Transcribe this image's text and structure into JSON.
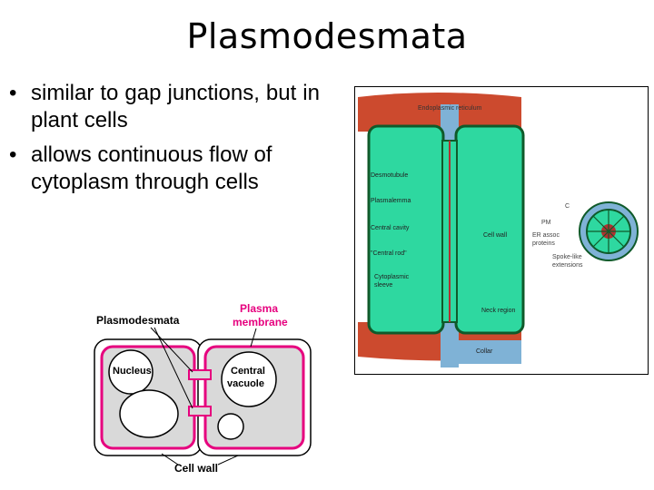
{
  "slide": {
    "title": "Plasmodesmata",
    "bullets": [
      "similar to gap junctions, but in plant cells",
      "allows continuous flow of cytoplasm through cells"
    ]
  },
  "diagram_left": {
    "label_plasmodesmata": "Plasmodesmata",
    "label_plasma": "Plasma",
    "label_membrane": "membrane",
    "label_nucleus": "Nucleus",
    "label_central": "Central",
    "label_vacuole": "vacuole",
    "label_cell_wall": "Cell wall"
  },
  "diagram_right": {
    "label_er": "Endoplasmic reticulum",
    "label_desmotubule": "Desmotubule",
    "label_plasmalemma": "Plasmalemma",
    "label_central_cavity": "Central cavity",
    "label_central_rod": "\"Central rod\"",
    "label_cytoplasmic": "Cytoplasmic",
    "label_sleeve": "sleeve",
    "label_cell_wall": "Cell wall",
    "label_neck": "Neck region",
    "label_collar": "Collar",
    "label_c": "C",
    "label_pm": "PM",
    "label_er_assoc": "ER assoc",
    "label_proteins": "proteins",
    "label_spoke": "Spoke-like",
    "label_extensions": "extensions"
  },
  "colors": {
    "membrane_magenta": "#e6007e",
    "cytoplasm_gray": "#d9d9d9",
    "er_red": "#cc4a2e",
    "cytoplasm_green": "#2ed8a0",
    "wall_blue": "#7fb2d6",
    "dark_green": "#0f5a2a"
  }
}
